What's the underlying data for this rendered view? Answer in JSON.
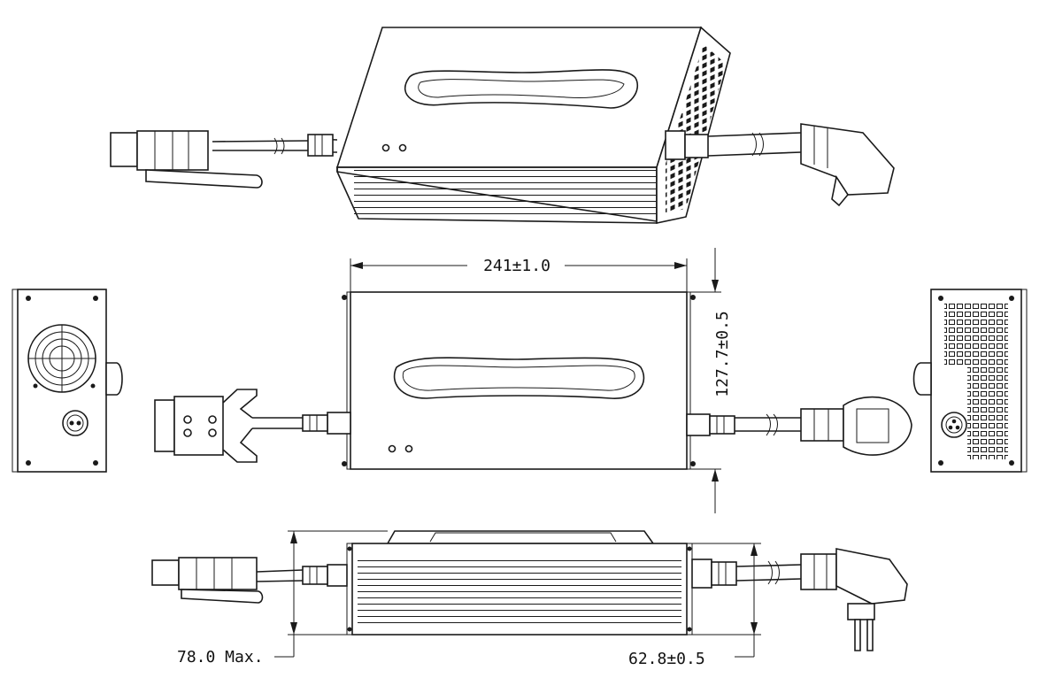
{
  "dimensions": {
    "length": "241±1.0",
    "width": "127.7±0.5",
    "height_max": "78.0 Max.",
    "body_height": "62.8±0.5"
  },
  "colors": {
    "line": "#1a1a1a",
    "background": "#ffffff"
  }
}
